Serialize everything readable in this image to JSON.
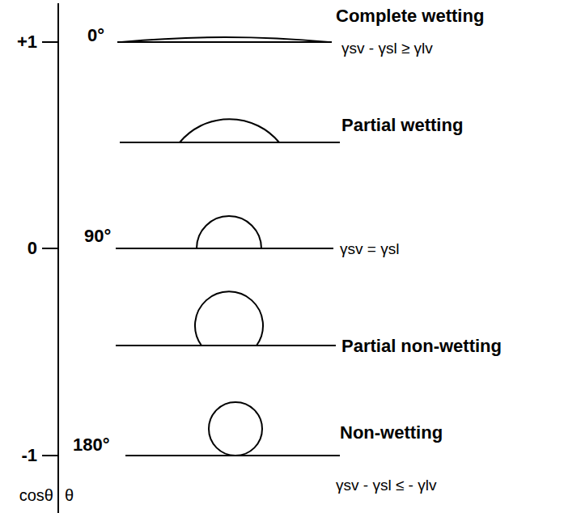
{
  "diagram": {
    "labels": [
      "+1",
      "0°",
      "Complete wetting",
      "γsv - γsl ≥ γlv",
      "Partial wetting",
      "0",
      "90°",
      "γsv = γsl",
      "Partial non-wetting",
      "-1",
      "180°",
      "Non-wetting",
      "γsv - γsl ≤ - γlv",
      "cosθ",
      "θ"
    ]
  }
}
